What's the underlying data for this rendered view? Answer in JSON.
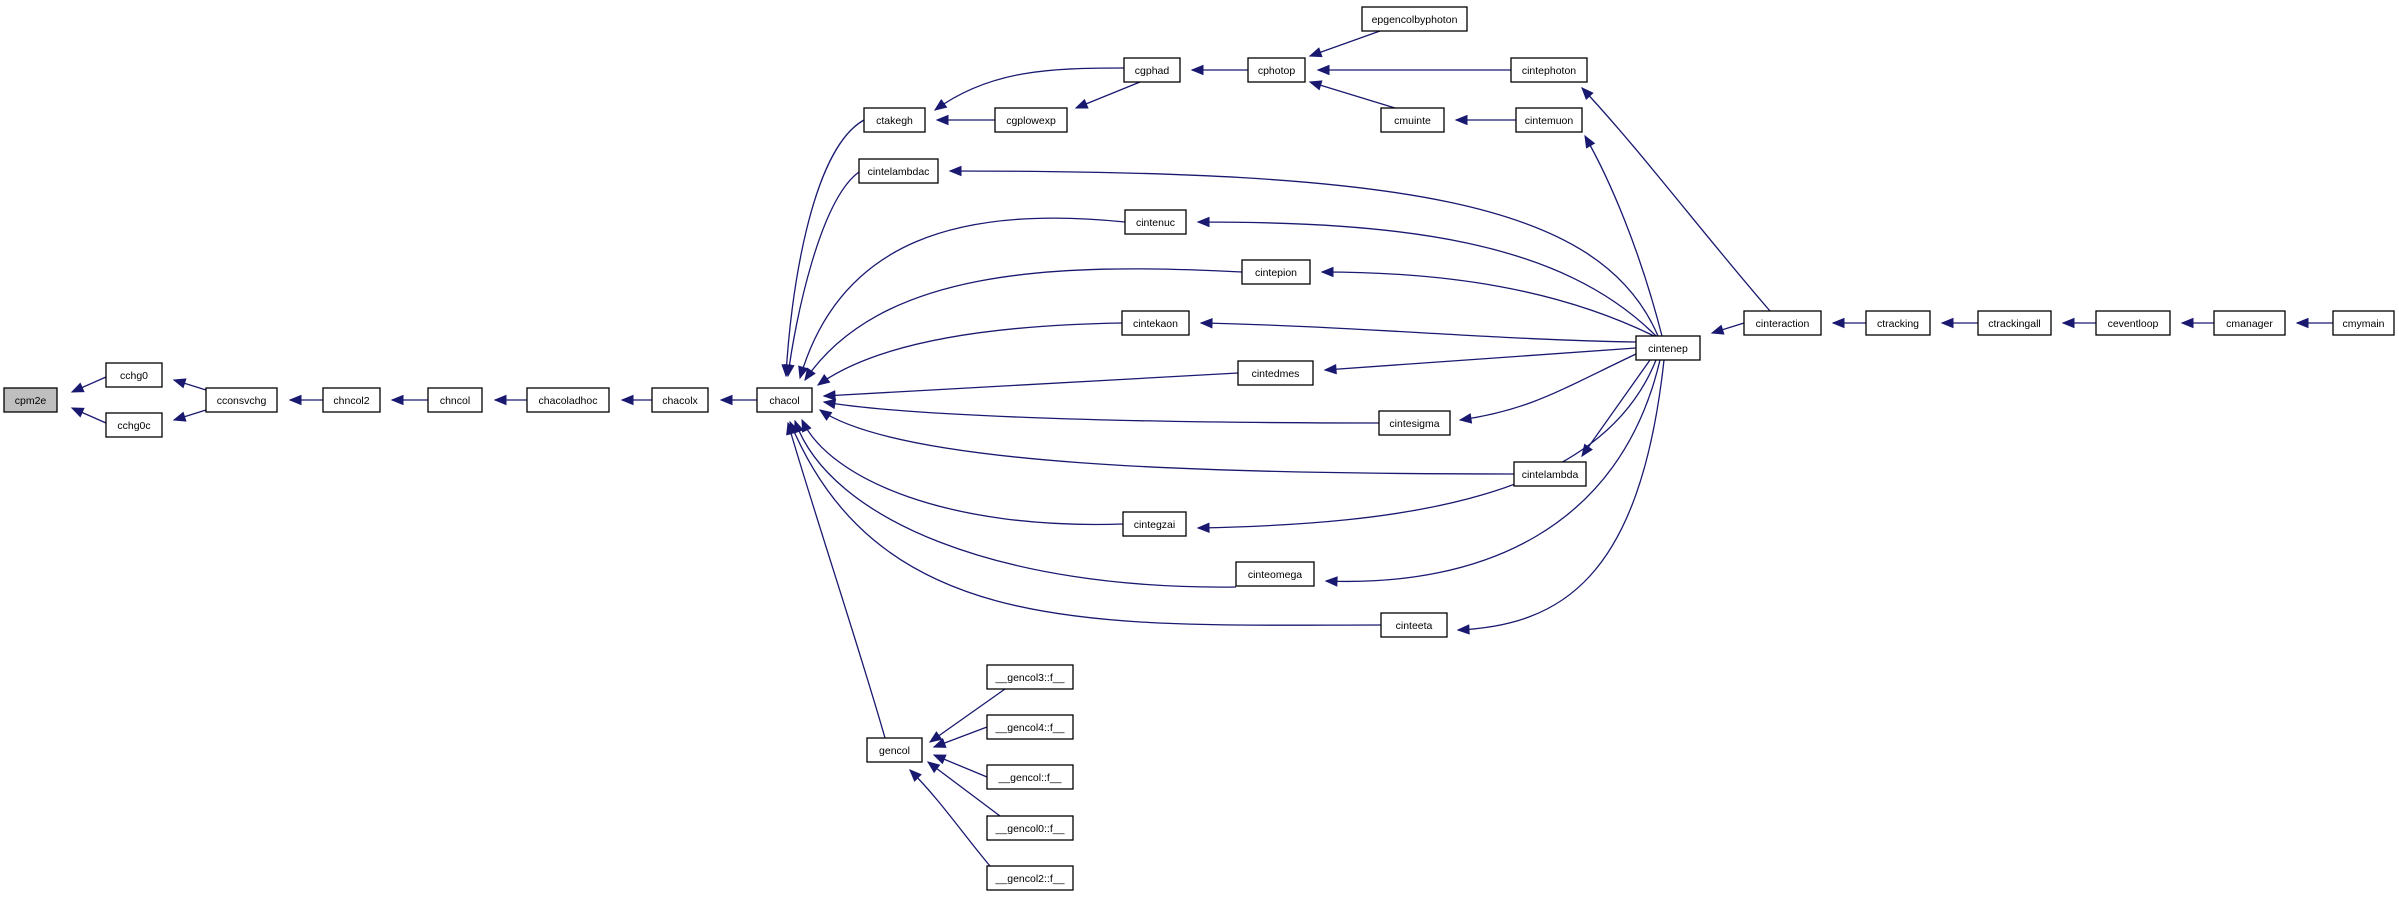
{
  "colors": {
    "edge": "#191970",
    "node_border": "#000000",
    "root_fill": "#bfbfbf",
    "node_fill": "#ffffff"
  },
  "nodes": [
    {
      "id": "cpm2e",
      "label": "cpm2e",
      "root": true
    },
    {
      "id": "cchg0",
      "label": "cchg0"
    },
    {
      "id": "cchg0c",
      "label": "cchg0c"
    },
    {
      "id": "cconsvchg",
      "label": "cconsvchg"
    },
    {
      "id": "chncol2",
      "label": "chncol2"
    },
    {
      "id": "chncol",
      "label": "chncol"
    },
    {
      "id": "chacoladhoc",
      "label": "chacoladhoc"
    },
    {
      "id": "chacolx",
      "label": "chacolx"
    },
    {
      "id": "chacol",
      "label": "chacol"
    },
    {
      "id": "ctakegh",
      "label": "ctakegh"
    },
    {
      "id": "cintelambdac",
      "label": "cintelambdac"
    },
    {
      "id": "cgphad",
      "label": "cgphad"
    },
    {
      "id": "cgplowexp",
      "label": "cgplowexp"
    },
    {
      "id": "cphotop",
      "label": "cphotop"
    },
    {
      "id": "epgencolbyphoton",
      "label": "epgencolbyphoton"
    },
    {
      "id": "cintephoton",
      "label": "cintephoton"
    },
    {
      "id": "cmuinte",
      "label": "cmuinte"
    },
    {
      "id": "cintemuon",
      "label": "cintemuon"
    },
    {
      "id": "cintenuc",
      "label": "cintenuc"
    },
    {
      "id": "cintepion",
      "label": "cintepion"
    },
    {
      "id": "cintekaon",
      "label": "cintekaon"
    },
    {
      "id": "cintedmes",
      "label": "cintedmes"
    },
    {
      "id": "cintesigma",
      "label": "cintesigma"
    },
    {
      "id": "cintelambda",
      "label": "cintelambda"
    },
    {
      "id": "cintegzai",
      "label": "cintegzai"
    },
    {
      "id": "cinteomega",
      "label": "cinteomega"
    },
    {
      "id": "cinteeta",
      "label": "cinteeta"
    },
    {
      "id": "cintenep",
      "label": "cintenep"
    },
    {
      "id": "cinteraction",
      "label": "cinteraction"
    },
    {
      "id": "ctracking",
      "label": "ctracking"
    },
    {
      "id": "ctrackingall",
      "label": "ctrackingall"
    },
    {
      "id": "ceventloop",
      "label": "ceventloop"
    },
    {
      "id": "cmanager",
      "label": "cmanager"
    },
    {
      "id": "cmymain",
      "label": "cmymain"
    },
    {
      "id": "gencol",
      "label": "gencol"
    },
    {
      "id": "gencol3",
      "label": "__gencol3::f__"
    },
    {
      "id": "gencol4",
      "label": "__gencol4::f__"
    },
    {
      "id": "gencol_f",
      "label": "__gencol::f__"
    },
    {
      "id": "gencol0",
      "label": "__gencol0::f__"
    },
    {
      "id": "gencol2",
      "label": "__gencol2::f__"
    }
  ],
  "edges": [
    {
      "from": "cchg0",
      "to": "cpm2e"
    },
    {
      "from": "cchg0c",
      "to": "cpm2e"
    },
    {
      "from": "cconsvchg",
      "to": "cchg0"
    },
    {
      "from": "cconsvchg",
      "to": "cchg0c"
    },
    {
      "from": "chncol2",
      "to": "cconsvchg"
    },
    {
      "from": "chncol",
      "to": "chncol2"
    },
    {
      "from": "chacoladhoc",
      "to": "chncol"
    },
    {
      "from": "chacolx",
      "to": "chacoladhoc"
    },
    {
      "from": "chacol",
      "to": "chacolx"
    },
    {
      "from": "ctakegh",
      "to": "chacol"
    },
    {
      "from": "cintelambdac",
      "to": "chacol"
    },
    {
      "from": "cintenuc",
      "to": "chacol"
    },
    {
      "from": "cintepion",
      "to": "chacol"
    },
    {
      "from": "cintekaon",
      "to": "chacol"
    },
    {
      "from": "cintedmes",
      "to": "chacol"
    },
    {
      "from": "cintesigma",
      "to": "chacol"
    },
    {
      "from": "cintelambda",
      "to": "chacol"
    },
    {
      "from": "cintegzai",
      "to": "chacol"
    },
    {
      "from": "cinteomega",
      "to": "chacol"
    },
    {
      "from": "cinteeta",
      "to": "chacol"
    },
    {
      "from": "gencol",
      "to": "chacol"
    },
    {
      "from": "cgphad",
      "to": "ctakegh"
    },
    {
      "from": "cgplowexp",
      "to": "ctakegh"
    },
    {
      "from": "cgphad",
      "to": "cgplowexp"
    },
    {
      "from": "cphotop",
      "to": "cgphad"
    },
    {
      "from": "epgencolbyphoton",
      "to": "cphotop"
    },
    {
      "from": "cintephoton",
      "to": "cphotop"
    },
    {
      "from": "cmuinte",
      "to": "cphotop"
    },
    {
      "from": "cintemuon",
      "to": "cmuinte"
    },
    {
      "from": "cinteraction",
      "to": "cintephoton"
    },
    {
      "from": "cintenep",
      "to": "cintemuon"
    },
    {
      "from": "cintenep",
      "to": "cintelambdac"
    },
    {
      "from": "cintenep",
      "to": "cintenuc"
    },
    {
      "from": "cintenep",
      "to": "cintepion"
    },
    {
      "from": "cintenep",
      "to": "cintekaon"
    },
    {
      "from": "cintenep",
      "to": "cintedmes"
    },
    {
      "from": "cintenep",
      "to": "cintesigma"
    },
    {
      "from": "cintenep",
      "to": "cintelambda"
    },
    {
      "from": "cintenep",
      "to": "cintegzai"
    },
    {
      "from": "cintenep",
      "to": "cinteomega"
    },
    {
      "from": "cintenep",
      "to": "cinteeta"
    },
    {
      "from": "cinteraction",
      "to": "cintenep"
    },
    {
      "from": "ctracking",
      "to": "cinteraction"
    },
    {
      "from": "ctrackingall",
      "to": "ctracking"
    },
    {
      "from": "ceventloop",
      "to": "ctrackingall"
    },
    {
      "from": "cmanager",
      "to": "ceventloop"
    },
    {
      "from": "cmymain",
      "to": "cmanager"
    },
    {
      "from": "gencol3",
      "to": "gencol"
    },
    {
      "from": "gencol4",
      "to": "gencol"
    },
    {
      "from": "gencol_f",
      "to": "gencol"
    },
    {
      "from": "gencol0",
      "to": "gencol"
    },
    {
      "from": "gencol2",
      "to": "gencol"
    }
  ]
}
